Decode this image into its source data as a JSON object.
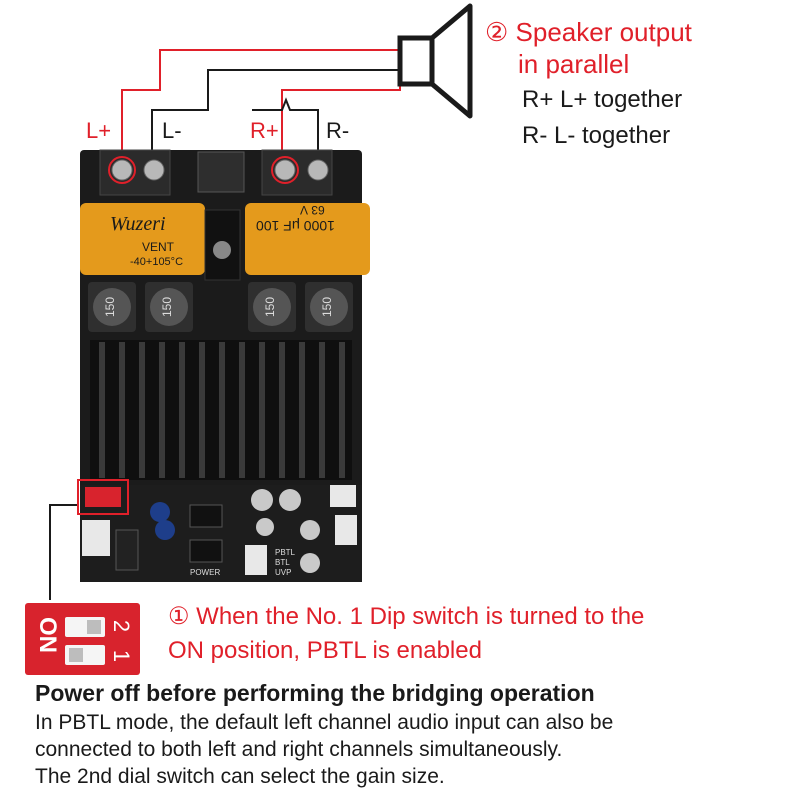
{
  "terminals": {
    "l_plus": "L+",
    "l_minus": "L-",
    "r_plus": "R+",
    "r_minus": "R-"
  },
  "speaker_note": {
    "title_line1": "② Speaker output",
    "title_line2": "in parallel",
    "line1": "R+ L+ together",
    "line2": "R- L- together"
  },
  "dip_note": {
    "line1": "① When the No. 1 Dip switch is turned to the",
    "line2": "ON position, PBTL is enabled",
    "switch_on": "ON",
    "switch_1": "1",
    "switch_2": "2"
  },
  "bottom": {
    "heading": "Power off before performing the bridging operation",
    "line1": "In PBTL mode, the default left channel audio input can also be",
    "line2": "connected to both left and right channels simultaneously.",
    "line3": "The 2nd dial switch can select the gain size."
  },
  "board": {
    "cap_left": "Wuzeri",
    "cap_left_sub1": "VENT",
    "cap_left_sub2": "-40+105°C",
    "cap_right": "1000 μF 100",
    "cap_right_sub": "63 V",
    "inductor": "150",
    "pbtl": "PBTL",
    "btl": "BTL",
    "uvp": "UVP",
    "power": "POWER"
  },
  "colors": {
    "accent_red": "#e0202a",
    "board": "#1b1b1b",
    "capacitor": "#e49a1c"
  }
}
